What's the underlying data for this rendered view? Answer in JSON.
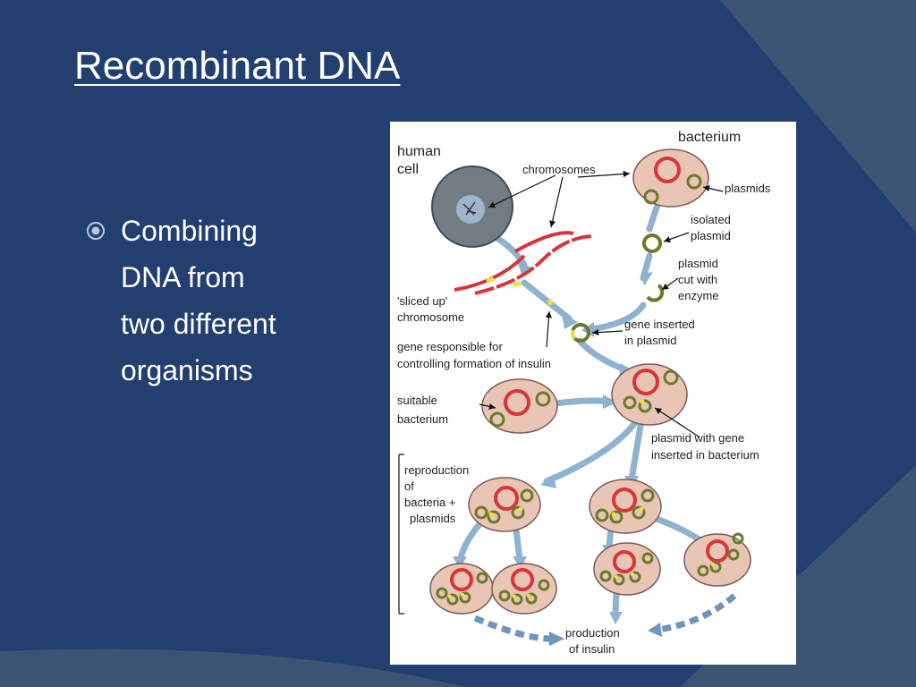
{
  "slide": {
    "title": "Recombinant DNA"
  },
  "bullets": [
    {
      "icon": "circle-dot-bullet-icon",
      "lines": [
        "Combining",
        "DNA from",
        "two different",
        "organisms"
      ]
    }
  ],
  "colors": {
    "background": "#223f70",
    "corner_band": "#3b5474",
    "arrow_fill": "#8fb2d1",
    "bacterium_fill": "#e9c5b6",
    "chromosome_red": "#d9343a",
    "plasmid_olive": "#6b7a2a",
    "insulin_gene_yellow": "#f2e23a"
  },
  "figure": {
    "labels": {
      "human_cell": [
        "human",
        "cell"
      ],
      "bacterium": "bacterium",
      "chromosomes": "chromosomes",
      "plasmids": "plasmids",
      "isolated_plasmid": [
        "isolated",
        "plasmid"
      ],
      "plasmid_cut": [
        "plasmid",
        "cut with",
        "enzyme"
      ],
      "sliced_chromosome": [
        "'sliced up'",
        "chromosome"
      ],
      "gene_inserted": [
        "gene inserted",
        "in plasmid"
      ],
      "gene_responsible": [
        "gene responsible for",
        "controlling formation of insulin"
      ],
      "suitable_bacterium": [
        "suitable",
        "bacterium"
      ],
      "plasmid_with_gene": [
        "plasmid with gene",
        "inserted in bacterium"
      ],
      "reproduction": [
        "reproduction",
        "of",
        "bacteria +",
        "plasmids"
      ],
      "production": [
        "production",
        "of insulin"
      ]
    }
  }
}
